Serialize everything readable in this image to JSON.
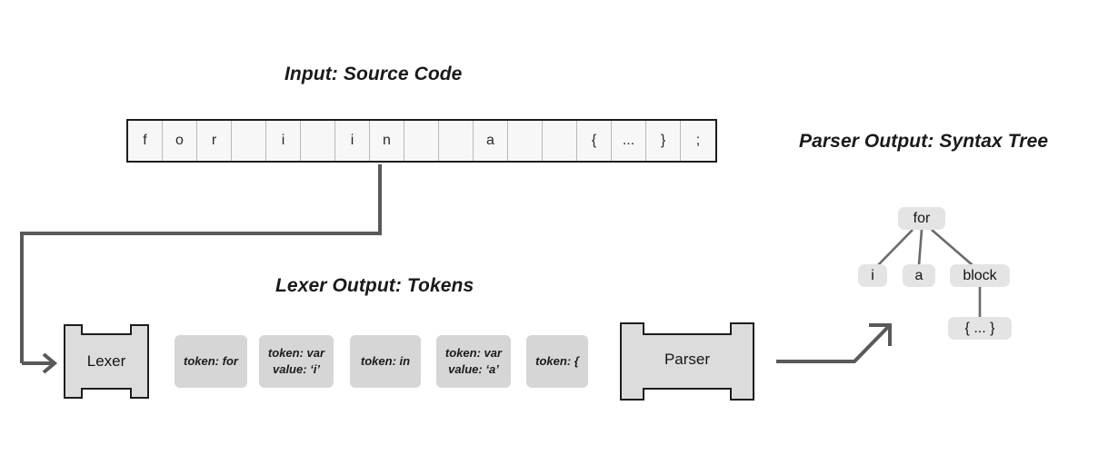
{
  "diagram": {
    "title_input": "Input: Source Code",
    "title_lexer_output": "Lexer Output: Tokens",
    "title_parser_output": "Parser Output: Syntax Tree",
    "colors": {
      "background": "#ffffff",
      "source_cell_fill": "#f7f7f7",
      "source_border": "#1d1d1d",
      "token_fill": "#d6d6d6",
      "tree_node_fill": "#e4e4e4",
      "process_fill": "#dcdcdc",
      "process_border": "#1d1d1d",
      "connector": "#595959",
      "text": "#111111"
    }
  },
  "source_code": {
    "cells": [
      "f",
      "o",
      "r",
      "",
      "i",
      "",
      "i",
      "n",
      "",
      "",
      "a",
      "",
      "",
      "{",
      "...",
      "}",
      ";"
    ]
  },
  "stages": {
    "lexer": {
      "label": "Lexer",
      "icon": "process-box-icon"
    },
    "parser": {
      "label": "Parser",
      "icon": "process-box-icon"
    }
  },
  "tokens": [
    {
      "lines": [
        "token: for"
      ]
    },
    {
      "lines": [
        "token: var",
        "value: ‘i’"
      ]
    },
    {
      "lines": [
        "token: in"
      ]
    },
    {
      "lines": [
        "token: var",
        "value: ‘a’"
      ]
    },
    {
      "lines": [
        "token: {"
      ]
    }
  ],
  "syntax_tree": {
    "root": {
      "label": "for"
    },
    "children": [
      {
        "label": "i"
      },
      {
        "label": "a"
      },
      {
        "label": "block",
        "children": [
          {
            "label": "{ ... }"
          }
        ]
      }
    ],
    "nodes_flat": [
      "for",
      "i",
      "a",
      "block",
      "{ ... }"
    ]
  },
  "connectors": [
    {
      "name": "source-to-lexer",
      "arrowhead": "open-arrow-right"
    },
    {
      "name": "root-to-i",
      "arrowhead": "none"
    },
    {
      "name": "root-to-a",
      "arrowhead": "none"
    },
    {
      "name": "root-to-block",
      "arrowhead": "none"
    },
    {
      "name": "block-to-braces",
      "arrowhead": "none"
    },
    {
      "name": "parser-to-tree",
      "arrowhead": "open-arrow-up-right"
    }
  ]
}
